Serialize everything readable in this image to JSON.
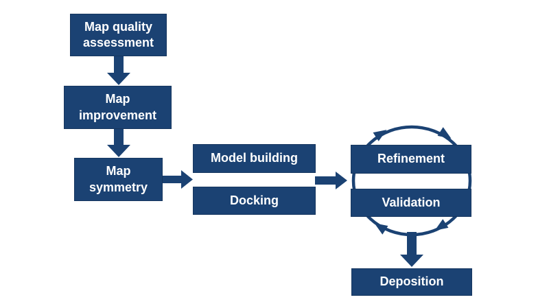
{
  "diagram": {
    "boxes": {
      "map_quality": "Map quality assessment",
      "map_improvement": "Map improvement",
      "map_symmetry": "Map symmetry",
      "model_building": "Model building",
      "docking": "Docking",
      "refinement": "Refinement",
      "validation": "Validation",
      "deposition": "Deposition"
    },
    "colors": {
      "box_fill": "#1b4273",
      "box_border": "#16365f",
      "arrow": "#1b4273",
      "text": "#ffffff",
      "background": "#ffffff"
    }
  }
}
